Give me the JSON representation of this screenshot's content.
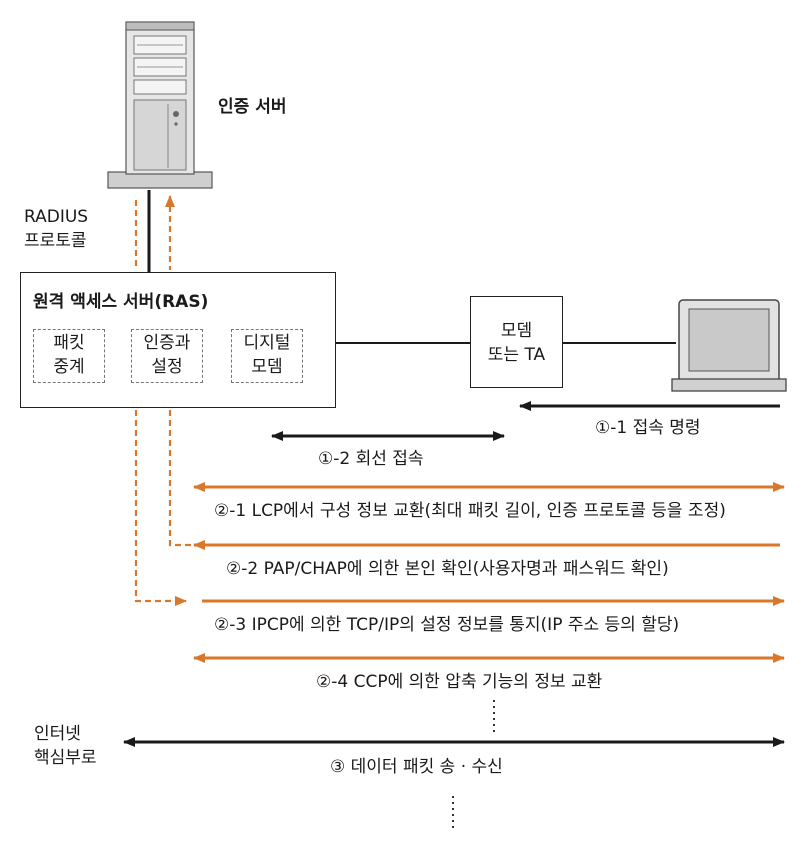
{
  "colors": {
    "orange": "#d9772b",
    "black": "#1a1a1a",
    "server_gray": "#cfcfcf"
  },
  "server": {
    "label": "인증 서버",
    "icon": "server-tower-icon"
  },
  "radius": {
    "line1": "RADIUS",
    "line2": "프로토콜"
  },
  "ras": {
    "title": "원격 액세스 서버(RAS)",
    "modules": [
      {
        "line1": "패킷",
        "line2": "중계"
      },
      {
        "line1": "인증과",
        "line2": "설정"
      },
      {
        "line1": "디지털",
        "line2": "모뎀"
      }
    ]
  },
  "modem": {
    "line1": "모뎀",
    "line2": "또는 TA"
  },
  "client": {
    "icon": "computer-terminal-icon"
  },
  "steps": {
    "s1_1": "①-1 접속 명령",
    "s1_2": "①-2 회선 접속",
    "s2_1": "②-1 LCP에서 구성 정보 교환(최대 패킷 길이, 인증 프로토콜 등을 조정)",
    "s2_2": "②-2 PAP/CHAP에 의한 본인 확인(사용자명과 패스워드 확인)",
    "s2_3": "②-3 IPCP에 의한 TCP/IP의 설정 정보를 통지(IP 주소 등의 할당)",
    "s2_4": "②-4 CCP에 의한 압축 기능의 정보 교환",
    "s3": "③ 데이터 패킷 송 · 수신"
  },
  "backbone": {
    "line1": "인터넷",
    "line2": "핵심부로"
  }
}
